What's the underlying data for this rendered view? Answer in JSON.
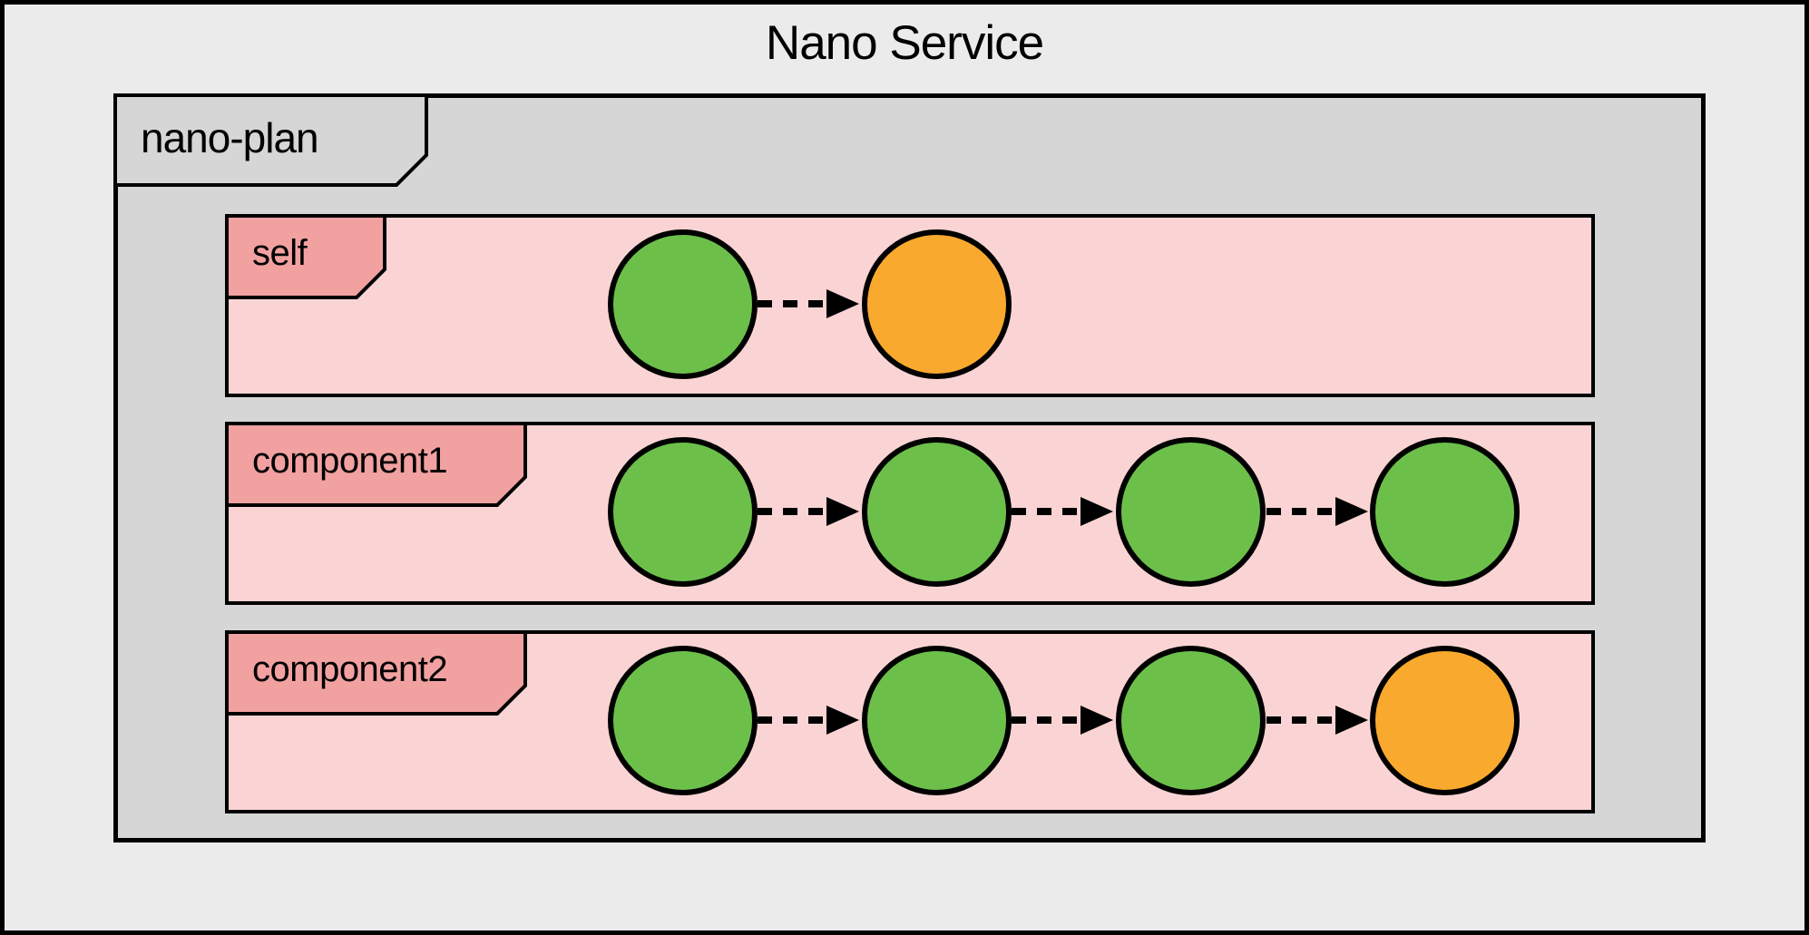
{
  "title": "Nano Service",
  "plan": {
    "label": "nano-plan",
    "lanes": [
      {
        "label": "self",
        "nodes": [
          "green",
          "orange"
        ]
      },
      {
        "label": "component1",
        "nodes": [
          "green",
          "green",
          "green",
          "green"
        ]
      },
      {
        "label": "component2",
        "nodes": [
          "green",
          "green",
          "green",
          "orange"
        ]
      }
    ]
  },
  "colors": {
    "background": "#EBEBEB",
    "plan_box_fill": "#D6D6D6",
    "lane_fill": "#FAD4D4",
    "tab_fill": "#F2A1A1",
    "node_green": "#6CC04A",
    "node_orange": "#F9A92D",
    "outline": "#000000"
  }
}
